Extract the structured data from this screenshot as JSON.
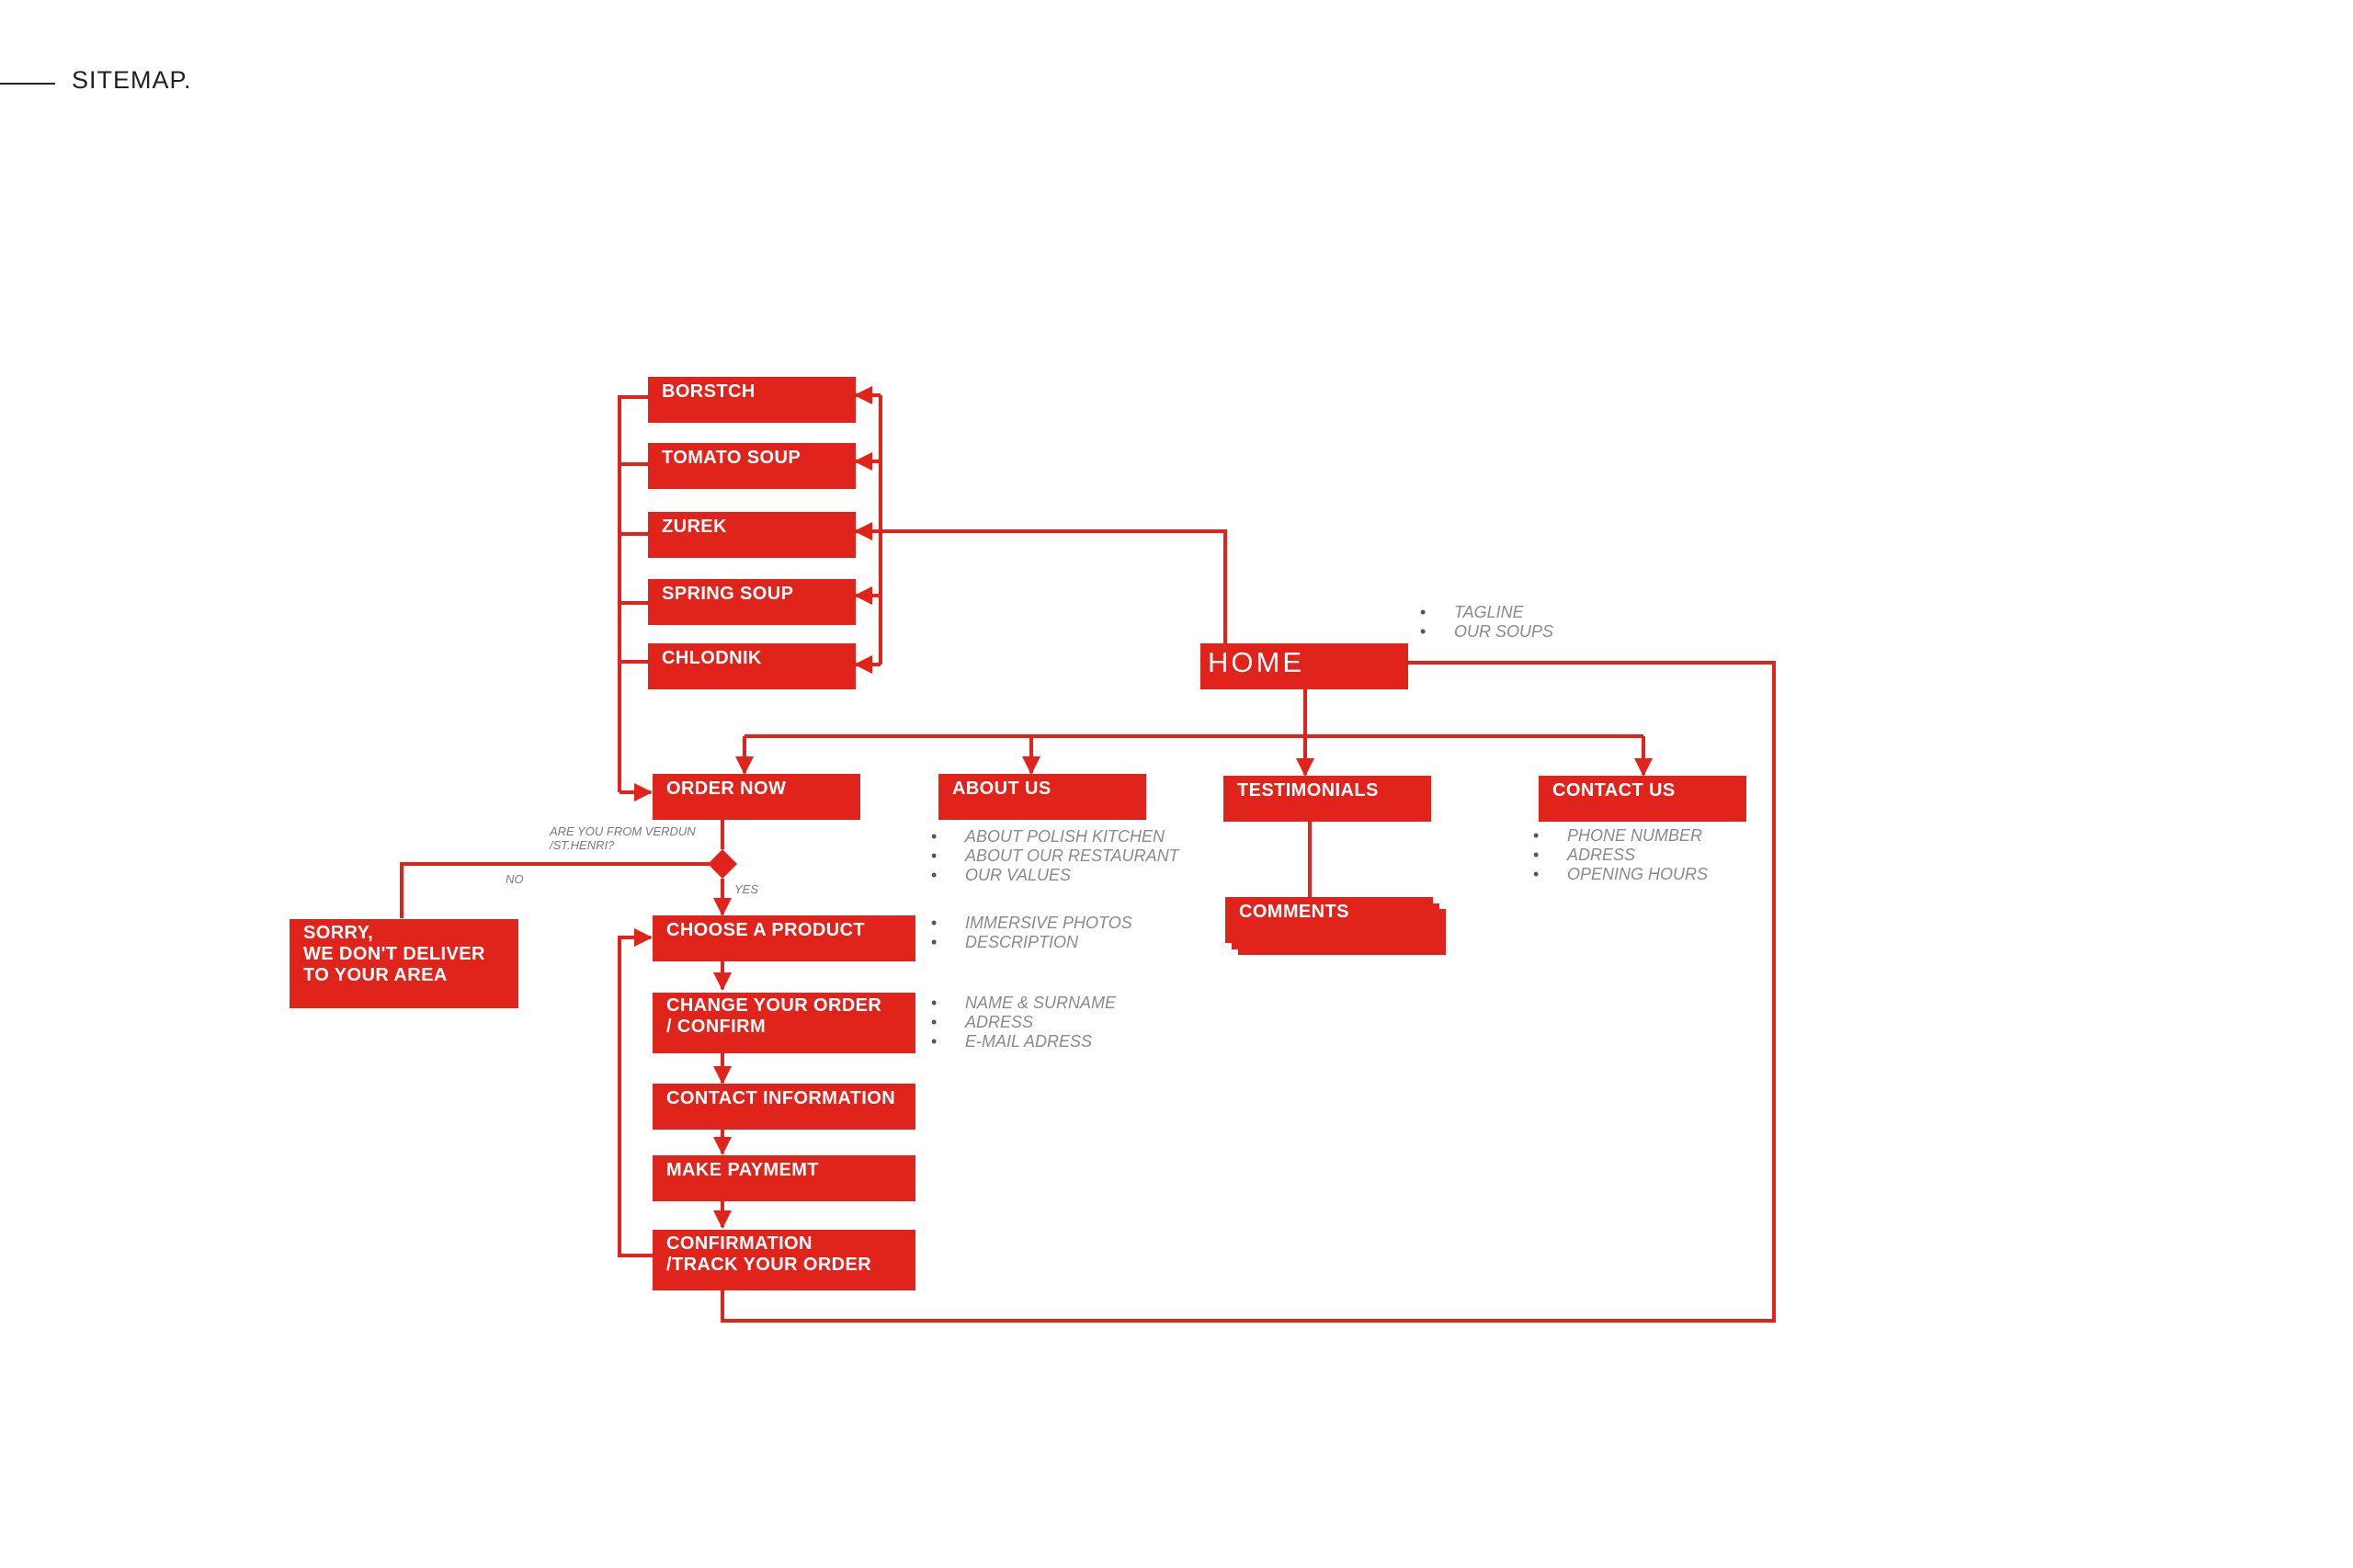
{
  "title": "SITEMAP.",
  "accent": "#e0231b",
  "nodes": {
    "borstch": "BORSTCH",
    "tomato_soup": "TOMATO SOUP",
    "zurek": "ZUREK",
    "spring_soup": "SPRING SOUP",
    "chlodnik": "CHLODNIK",
    "home": "HOME",
    "order_now": "ORDER NOW",
    "about_us": "ABOUT US",
    "testimonials": "TESTIMONIALS",
    "contact_us": "CONTACT US",
    "comments": "COMMENTS",
    "sorry": "SORRY,\nWE DON'T DELIVER\nTO YOUR AREA",
    "choose_product": "CHOOSE A PRODUCT",
    "change_order": "CHANGE YOUR ORDER\n/ CONFIRM",
    "contact_information": "CONTACT INFORMATION",
    "make_payment": "MAKE PAYMEMT",
    "confirmation": "CONFIRMATION\n/TRACK YOUR ORDER"
  },
  "notes": {
    "home": [
      "TAGLINE",
      "OUR SOUPS"
    ],
    "about_us": [
      "ABOUT POLISH KITCHEN",
      "ABOUT OUR RESTAURANT",
      "OUR VALUES"
    ],
    "contact_us": [
      "PHONE NUMBER",
      "ADRESS",
      "OPENING HOURS"
    ],
    "choose_product": [
      "IMMERSIVE PHOTOS",
      "DESCRIPTION"
    ],
    "change_order": [
      "NAME & SURNAME",
      "ADRESS",
      "E-MAIL ADRESS"
    ]
  },
  "decision": {
    "question": "ARE YOU FROM VERDUN\n/ST.HENRI?",
    "no": "NO",
    "yes": "YES"
  }
}
